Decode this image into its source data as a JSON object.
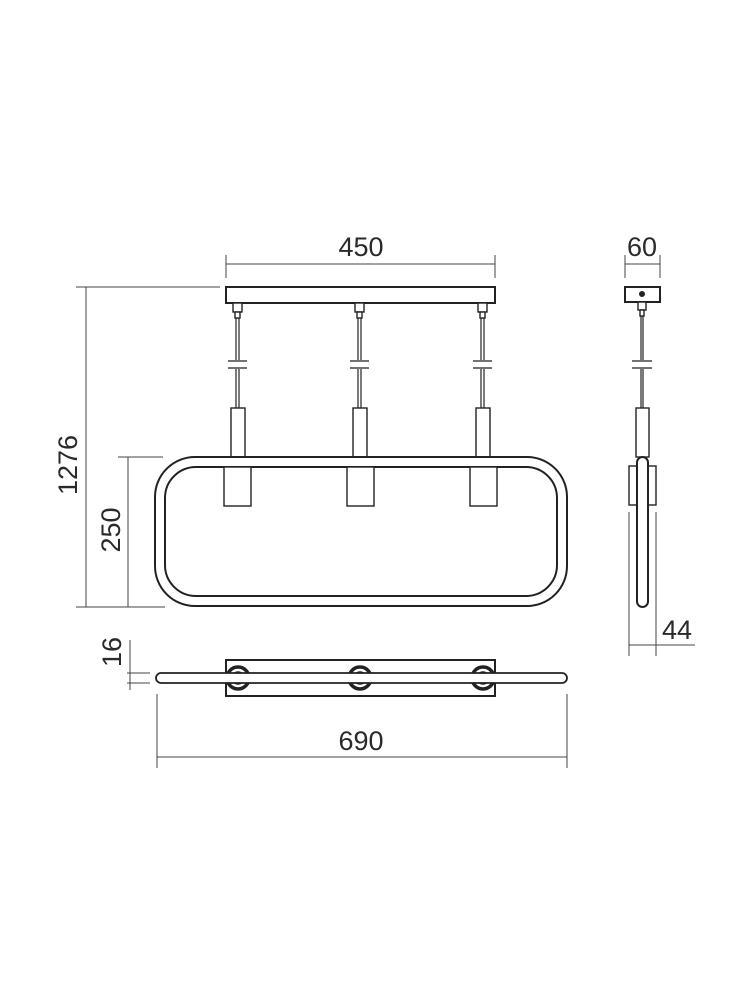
{
  "drawing": {
    "title": "Pendant luminaire dimension drawing",
    "units": "mm",
    "views": {
      "front": {
        "canopy_width_label": "450",
        "total_height_label": "1276",
        "ring_height_label": "250",
        "spot_count": 3
      },
      "side": {
        "canopy_depth_label": "60",
        "ring_depth_label": "44"
      },
      "top": {
        "ring_thickness_label": "16",
        "overall_width_label": "690"
      }
    },
    "colors": {
      "line": "#222222",
      "dimension_line": "#444444",
      "background": "#ffffff"
    }
  }
}
